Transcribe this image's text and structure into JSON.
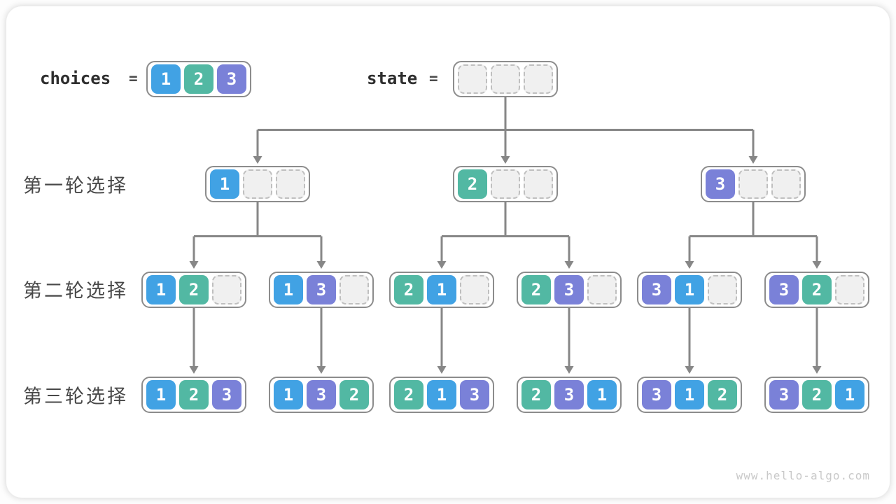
{
  "page": {
    "watermark": "www.hello-algo.com"
  },
  "colors": {
    "1": "#41a2e4",
    "2": "#52b8a3",
    "3": "#7a81d8",
    "container_border": "#8c8c8c",
    "empty_fill": "#f0f0f0",
    "empty_dash": "#bfbfbf",
    "connector_line": "#878787",
    "label_text": "#484848",
    "code_text": "#2e2e2e"
  },
  "header": {
    "choices_label": "choices",
    "equals": "=",
    "choices": [
      1,
      2,
      3
    ],
    "state_label": "state",
    "state": [
      null,
      null,
      null
    ]
  },
  "rows": [
    {
      "label": "第一轮选择",
      "states": [
        [
          1,
          null,
          null
        ],
        [
          2,
          null,
          null
        ],
        [
          3,
          null,
          null
        ]
      ]
    },
    {
      "label": "第二轮选择",
      "states": [
        [
          1,
          2,
          null
        ],
        [
          1,
          3,
          null
        ],
        [
          2,
          1,
          null
        ],
        [
          2,
          3,
          null
        ],
        [
          3,
          1,
          null
        ],
        [
          3,
          2,
          null
        ]
      ]
    },
    {
      "label": "第三轮选择",
      "states": [
        [
          1,
          2,
          3
        ],
        [
          1,
          3,
          2
        ],
        [
          2,
          1,
          3
        ],
        [
          2,
          3,
          1
        ],
        [
          3,
          1,
          2
        ],
        [
          3,
          2,
          1
        ]
      ]
    }
  ]
}
